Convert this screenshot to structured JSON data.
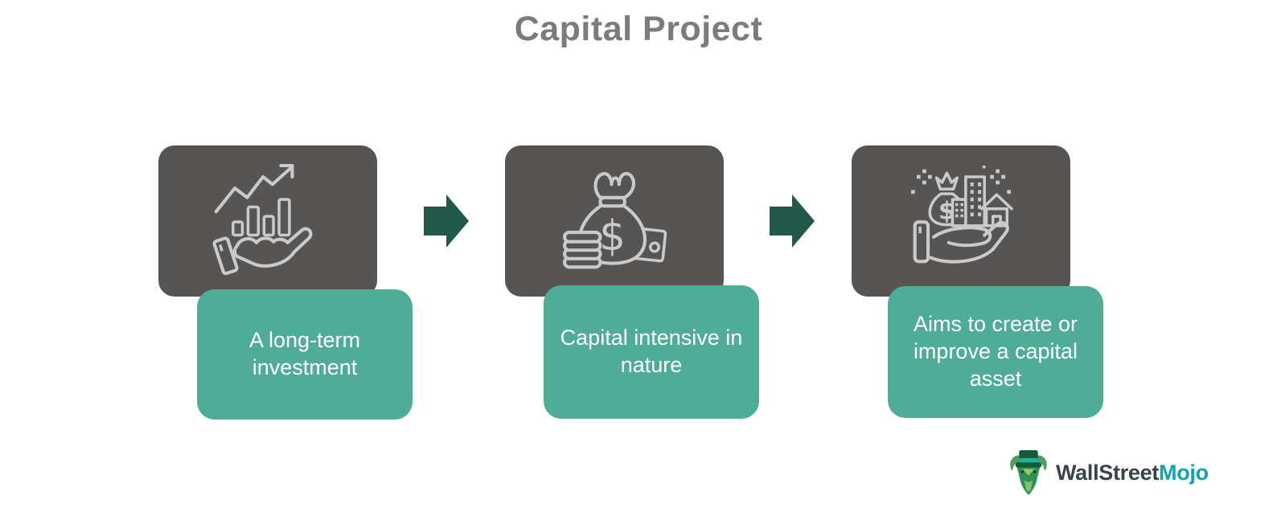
{
  "title": "Capital Project",
  "colors": {
    "background": "#FFFFFF",
    "box_dark": "#565553",
    "box_teal": "#4FAC97",
    "arrow_green": "#20594A",
    "title_gray": "#7B7B7B",
    "icon_stroke": "#CBCACA",
    "label_text": "#FFFFFF",
    "logo_dark_text": "#36444A",
    "logo_teal_text": "#0EA3B1"
  },
  "steps": [
    {
      "icon": "hand-growth-chart-icon",
      "label": "A long-term investment"
    },
    {
      "icon": "money-bag-coins-icon",
      "label": "Capital intensive in nature"
    },
    {
      "icon": "hand-capital-assets-icon",
      "label": "Aims to create or improve a capital asset"
    }
  ],
  "icon_glyphs": {
    "dollar": "$"
  },
  "logo": {
    "name": "WallStreetMojo",
    "part1": "WallStreet",
    "part2": "Mojo"
  }
}
